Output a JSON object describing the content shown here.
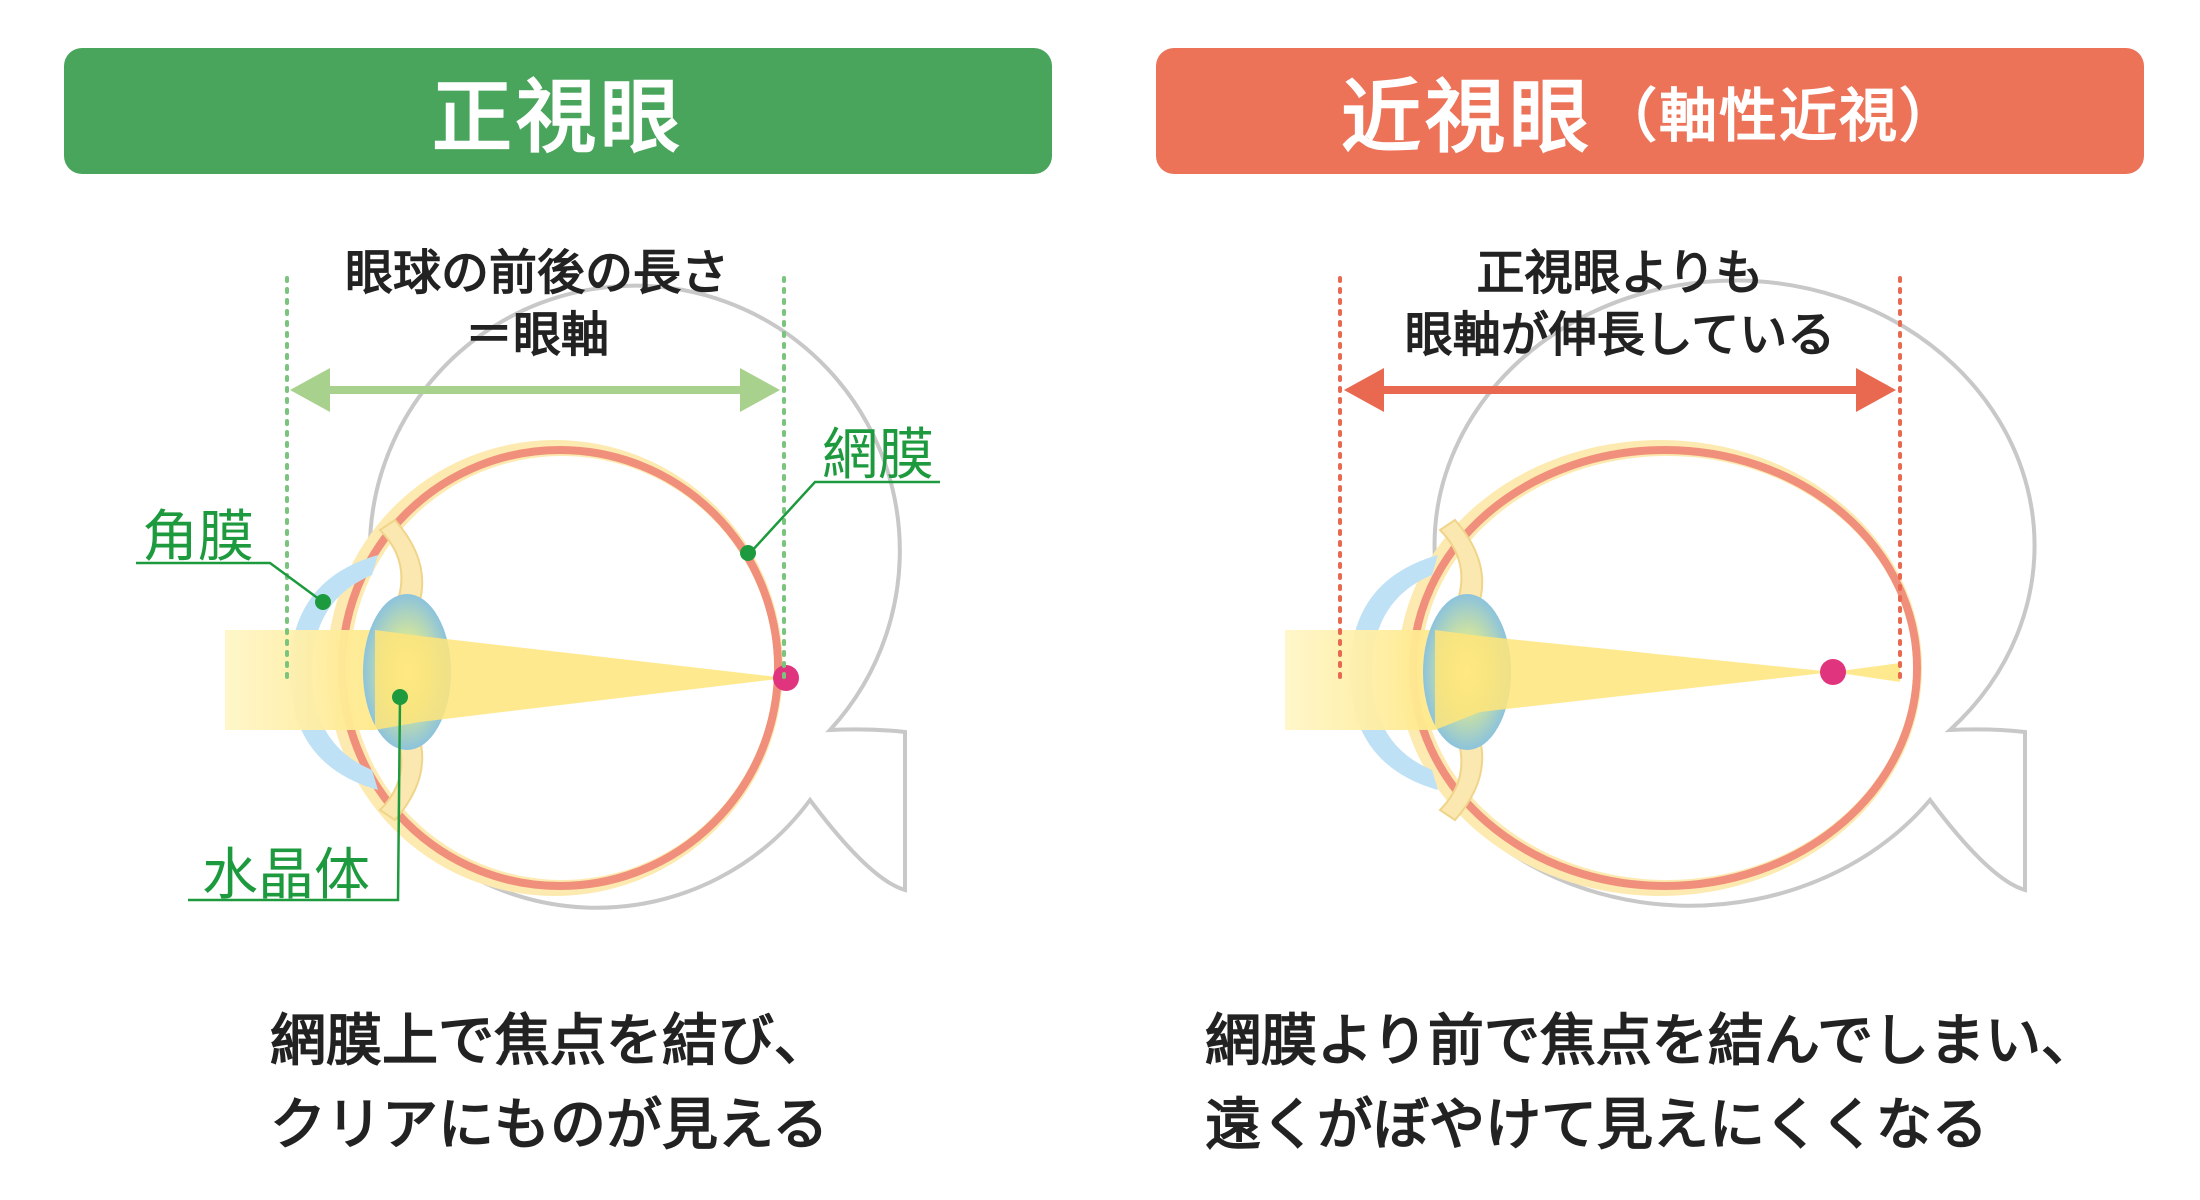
{
  "left": {
    "title": "正視眼",
    "axis_label_line1": "眼球の前後の長さ",
    "axis_label_line2": "＝眼軸",
    "label_retina": "網膜",
    "label_cornea": "角膜",
    "label_lens": "水晶体",
    "caption_line1": "網膜上で焦点を結び、",
    "caption_line2": "クリアにものが見える"
  },
  "right": {
    "title": "近視眼",
    "subtitle": "（軸性近視）",
    "axis_label_line1": "正視眼よりも",
    "axis_label_line2": "眼軸が伸長している",
    "caption_line1": "網膜より前で焦点を結んでしまい、",
    "caption_line2": "遠くがぼやけて見えにくくなる"
  },
  "colors": {
    "green_banner": "#48a55b",
    "red_banner": "#ec7258",
    "label_green": "#1e9a3e",
    "focus_pink": "#e0357e",
    "axis_arrow_green": "#a9d18e",
    "axis_arrow_red": "#e8694f"
  }
}
